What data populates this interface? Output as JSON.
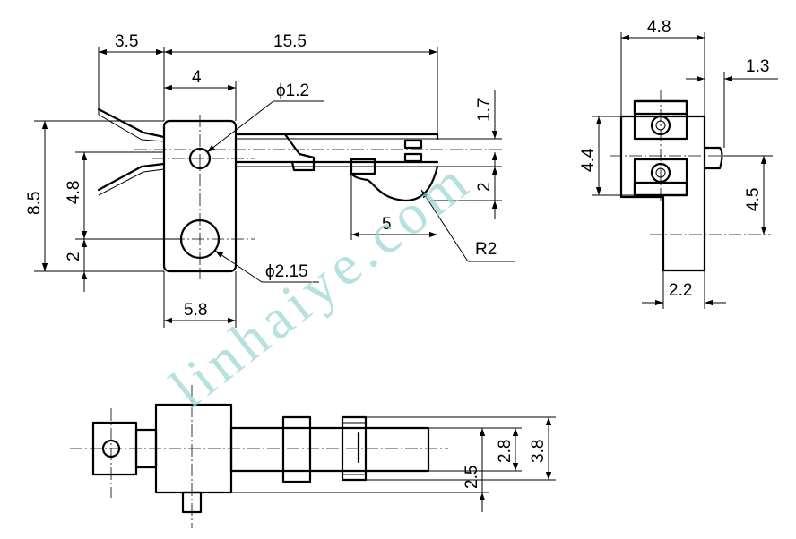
{
  "dimensions": {
    "top_left_width": "3.5",
    "top_total_length": "15.5",
    "hole_offset": "4",
    "small_hole_dia": "ϕ1.2",
    "total_height": "8.5",
    "inner_height": "4.8",
    "lower_offset": "2",
    "large_hole_dia": "ϕ2.15",
    "base_width": "5.8",
    "gap_height": "1.7",
    "hook_height": "2",
    "hook_length": "5",
    "hook_radius": "R2",
    "side_width": "4.8",
    "pin_length": "1.3",
    "side_pitch": "4.4",
    "side_pin_height": "4.5",
    "side_leg_width": "2.2",
    "bottom_dim_a": "2.5",
    "bottom_dim_b": "2.8",
    "bottom_dim_c": "3.8"
  },
  "watermark": "linhaiye.com",
  "colors": {
    "ink": "#000000",
    "watermark": "#9fd6d6"
  }
}
